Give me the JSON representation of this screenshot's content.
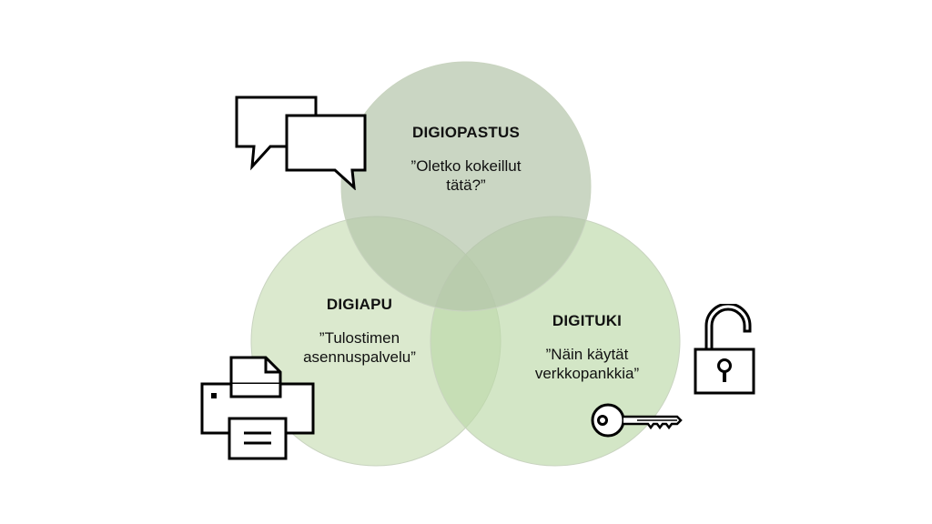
{
  "diagram": {
    "colors": {
      "circle_top": "#b4c4aa",
      "circle_left": "#cfe1bd",
      "circle_right": "#bcd8a8",
      "stroke": "#c9d4c0",
      "text": "#111111",
      "icon_stroke": "#000000"
    },
    "circles": [
      {
        "id": "digiopastus",
        "title": "DIGIOPASTUS",
        "quote_line1": "”Oletko kokeillut",
        "quote_line2": "tätä?”",
        "icon": "speech-bubbles-icon"
      },
      {
        "id": "digiapu",
        "title": "DIGIAPU",
        "quote_line1": "”Tulostimen",
        "quote_line2": "asennuspalvelu”",
        "icon": "printer-icon"
      },
      {
        "id": "digituki",
        "title": "DIGITUKI",
        "quote_line1": "”Näin käytät",
        "quote_line2": "verkkopankkia”",
        "icons": [
          "padlock-open-icon",
          "key-icon"
        ]
      }
    ]
  }
}
